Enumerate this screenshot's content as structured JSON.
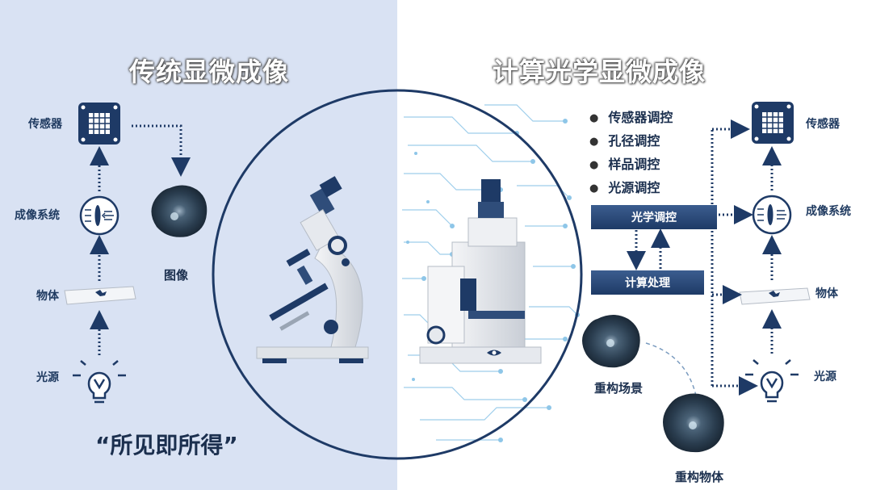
{
  "left": {
    "title": "传统显微成像",
    "sensor_label": "传感器",
    "imaging_label": "成像系统",
    "object_label": "物体",
    "light_label": "光源",
    "image_label": "图像",
    "quote": "“所见即所得”"
  },
  "right": {
    "title": "计算光学显微成像",
    "bullets": [
      "传感器调控",
      "孔径调控",
      "样品调控",
      "光源调控"
    ],
    "optical_box": "光学调控",
    "compute_box": "计算处理",
    "sensor_label": "传感器",
    "imaging_label": "成像系统",
    "object_label": "物体",
    "light_label": "光源",
    "recon_scene_label": "重构场景",
    "recon_object_label": "重构物体"
  },
  "colors": {
    "navy": "#1e3a66",
    "left_bg": "#d9e2f3",
    "accent_blue": "#4aa3d8"
  }
}
